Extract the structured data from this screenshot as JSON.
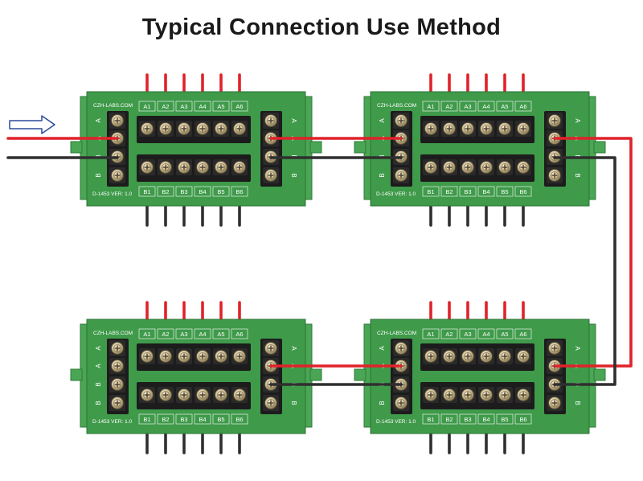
{
  "title": "Typical Connection Use Method",
  "board": {
    "brand": "CZH-LABS.COM",
    "version": "D-1453  VER: 1.0",
    "top_labels": [
      "A1",
      "A2",
      "A3",
      "A4",
      "A5",
      "A6"
    ],
    "bottom_labels": [
      "B1",
      "B2",
      "B3",
      "B4",
      "B5",
      "B6"
    ],
    "side_labels": [
      "A",
      "A",
      "B",
      "B"
    ]
  },
  "colors": {
    "board_green": "#3f9a4a",
    "board_dark": "#1c1c1c",
    "wire_red": "#e0222a",
    "wire_black": "#2f2f2f",
    "arrow": "#2b4a9a"
  },
  "arrow_icon": "input-arrow-icon"
}
